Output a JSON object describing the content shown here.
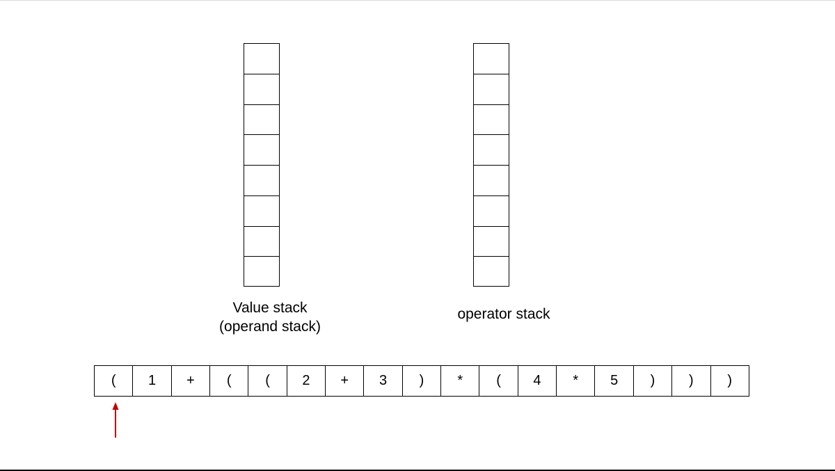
{
  "diagram": {
    "value_stack": {
      "cell_count": 8,
      "caption_line1": "Value stack",
      "caption_line2": "(operand stack)"
    },
    "operator_stack": {
      "cell_count": 8,
      "caption": "operator stack"
    },
    "expression_tokens": [
      "(",
      "1",
      "+",
      "(",
      "(",
      "2",
      "+",
      "3",
      ")",
      "*",
      "(",
      "4",
      "*",
      "5",
      ")",
      ")",
      ")"
    ],
    "pointer": {
      "token_index": 0,
      "color": "#c00000"
    }
  }
}
